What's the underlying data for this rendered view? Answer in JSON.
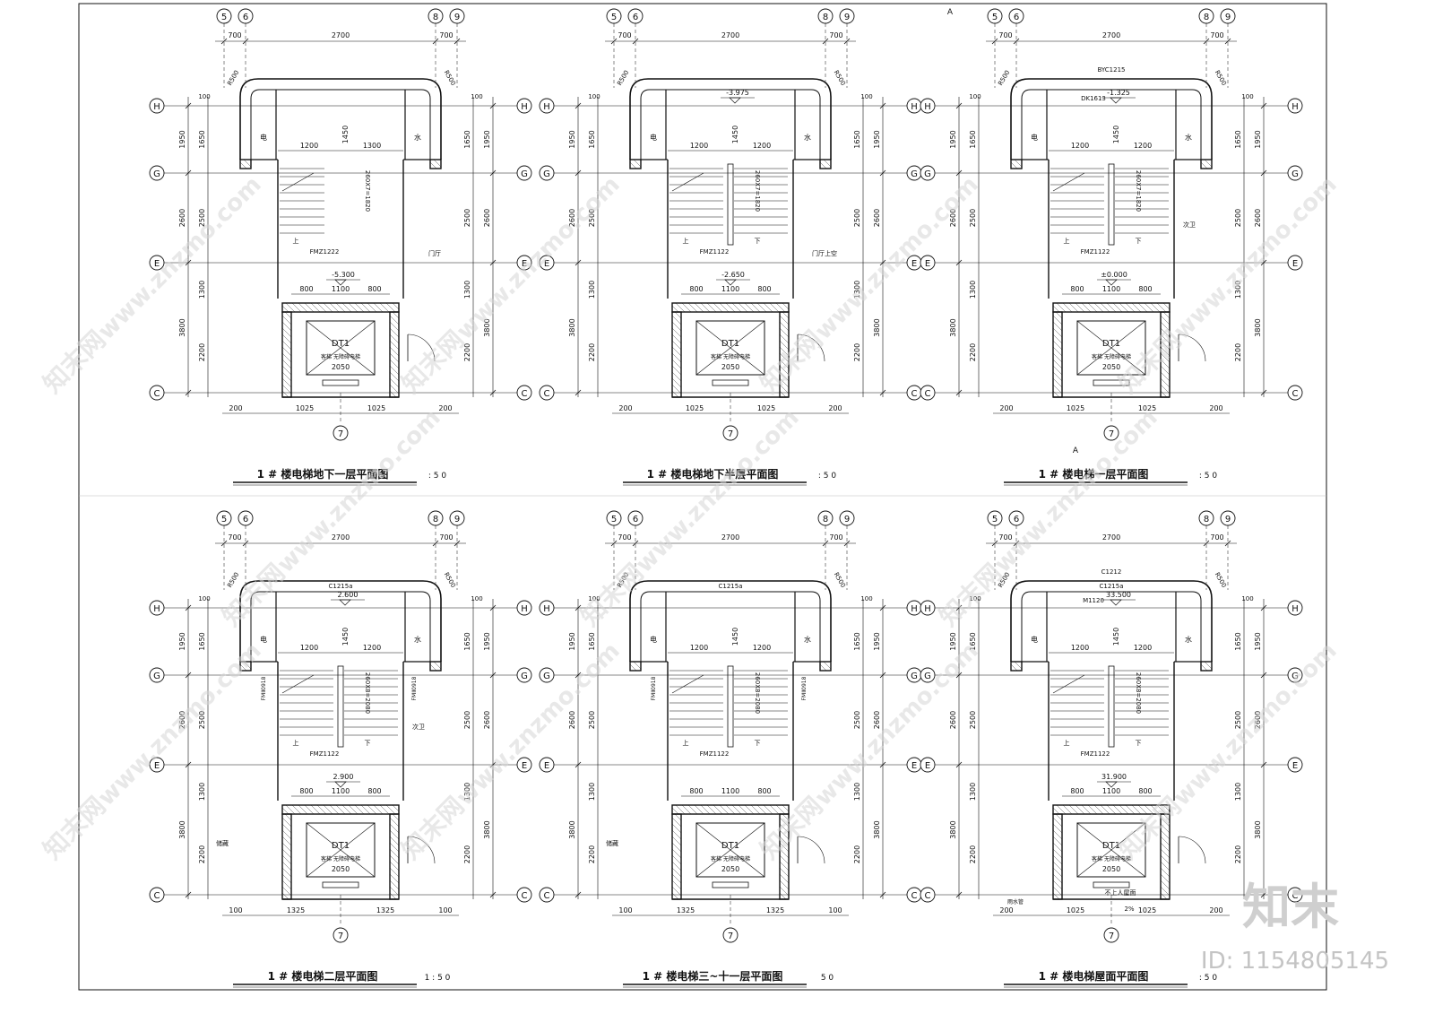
{
  "colors": {
    "line": "#111111",
    "hatch": "#555555",
    "watermark": "#d0d0d0"
  },
  "watermark": {
    "text": "www.znzmo.com",
    "brand": "知末网",
    "logo": "知末",
    "id_text": "ID: 1154805145"
  },
  "axes": {
    "h": "H",
    "g": "G",
    "e": "E",
    "c": "C",
    "n5": "5",
    "n6": "6",
    "n7": "7",
    "n8": "8",
    "n9": "9",
    "section": "A"
  },
  "common": {
    "top_700": "700",
    "top_2700": "2700",
    "bottom_200": "200",
    "bottom_1025": "1025",
    "bottom_100": "100",
    "bottom_1325": "1325",
    "dim_1950": "1950",
    "dim_2600": "2600",
    "dim_3800": "3800",
    "dim_1650": "1650",
    "dim_2500": "2500",
    "dim_1300": "1300",
    "dim_2200": "2200",
    "dim_100": "100",
    "dim_200": "200",
    "inner_1200": "1200",
    "inner_1300": "1300",
    "inner_1450": "1450",
    "inner_800": "800",
    "inner_1100": "1100",
    "stair_1": "260X7=1820",
    "stair_2": "260X8=2080",
    "lift": "DT1",
    "lift_note": "客梯  无障碍电梯",
    "lift_width": "2050",
    "up": "上",
    "down": "下",
    "elec": "电",
    "water": "水",
    "fire_door": "FMZ1122",
    "fire_door_b": "FMZ1222",
    "fire_door_s": "FMⅡ0918",
    "window": "C1215a",
    "r500": "R500",
    "wc": "次卫"
  },
  "plans": [
    {
      "title": "1 # 楼电梯地下一层平面图",
      "scale": ": 5 0",
      "level": "-5.300",
      "note": "门厅"
    },
    {
      "title": "1 # 楼电梯地下半层平面图",
      "scale": ": 5 0",
      "level": "-2.650",
      "level2": "-3.975",
      "note": "门厅上空"
    },
    {
      "title": "1 # 楼电梯一层平面图",
      "scale": ": 5 0",
      "level": "±0.000",
      "level2": "-1.325",
      "window": "BYC1215",
      "door": "DK1613"
    },
    {
      "title": "1 # 楼电梯二层平面图",
      "scale": "1 : 5 0",
      "level": "2.900",
      "level2": "2.600",
      "store": "储藏"
    },
    {
      "title": "1 # 楼电梯三~十一层平面图",
      "scale": "5 0",
      "store": "储藏"
    },
    {
      "title": "1 # 楼电梯屋面平面图",
      "scale": ": 5 0",
      "level": "31.900",
      "level2": "33.500",
      "roof_note": "不上人屋面",
      "slope": "2%",
      "door": "M1120",
      "window": "C1212",
      "drain": "雨水管"
    }
  ]
}
